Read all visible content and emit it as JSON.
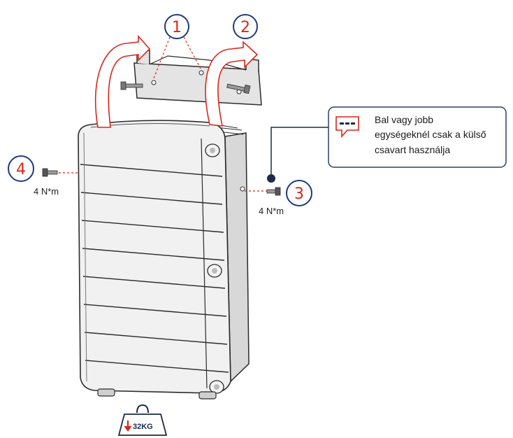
{
  "steps": {
    "step1": "1",
    "step2": "2",
    "step3": "3",
    "step4": "4"
  },
  "torque": {
    "left": "4 N*m",
    "right": "4 N*m"
  },
  "note": {
    "icon": "comment-icon",
    "line1": "Bal vagy jobb",
    "line2": "egységeknél csak a külső",
    "line3": "csavart használja"
  },
  "weight": {
    "icon": "weight-icon",
    "label": "32KG"
  },
  "colors": {
    "accent": "#d9261c",
    "circle": "#1f3a7a",
    "note_border": "#2a3f6e"
  }
}
